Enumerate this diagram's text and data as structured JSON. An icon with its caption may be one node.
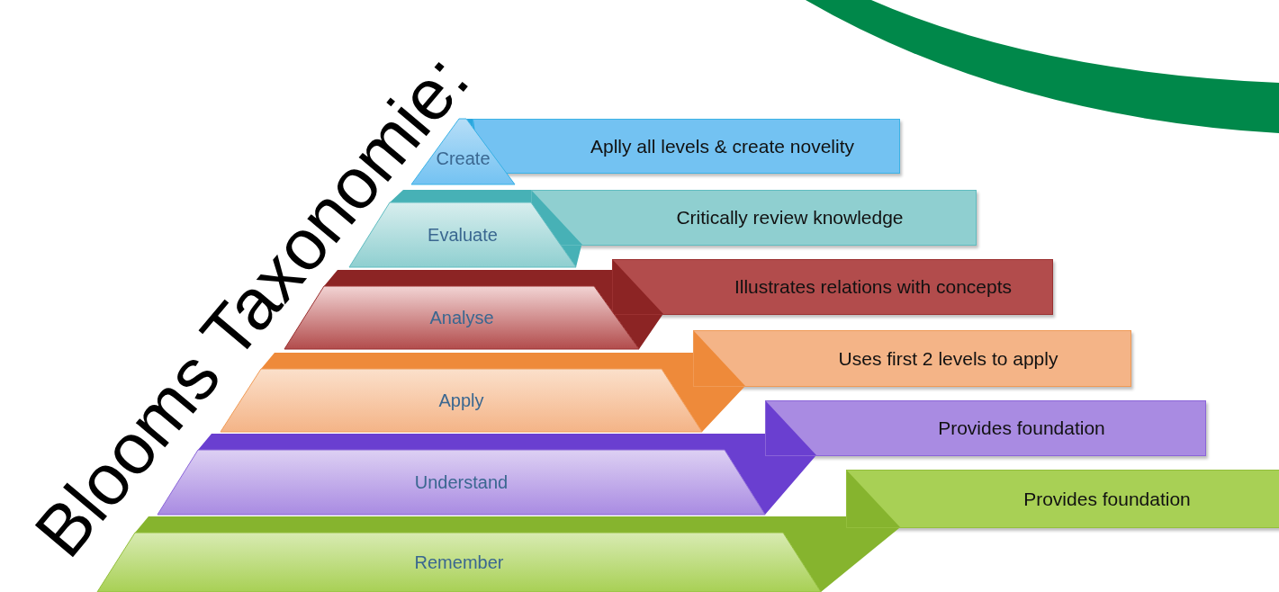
{
  "diagram": {
    "title": "Blooms Taxonomie:",
    "nodes": [
      {
        "text": [
          "Create"
        ]
      },
      {
        "text": [
          "Aplly all levels & create novelity"
        ]
      },
      {
        "text": [
          "Evaluate"
        ]
      },
      {
        "text": [
          "Critically review knowledge"
        ]
      },
      {
        "text": [
          "Analyse"
        ]
      },
      {
        "text": [
          "Illustrates relations with concepts"
        ]
      },
      {
        "text": [
          "Apply"
        ]
      },
      {
        "text": [
          "Uses first 2 levels to apply"
        ]
      },
      {
        "text": [
          "Understand"
        ]
      },
      {
        "text": [
          "Provides foundation"
        ]
      },
      {
        "text": [
          "Remember"
        ]
      },
      {
        "text": [
          "Provides foundation"
        ]
      }
    ],
    "edges": []
  }
}
